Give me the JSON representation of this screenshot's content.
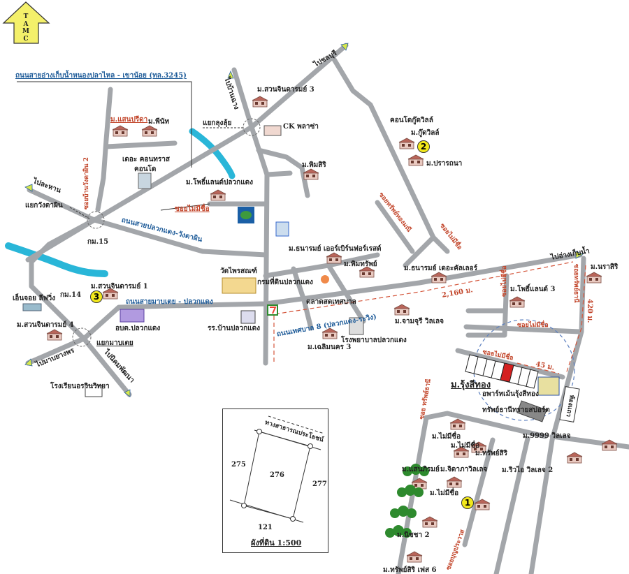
{
  "north_arrow": {
    "letters": "TAMC",
    "color": "#f4f06a"
  },
  "colors": {
    "road": "#a3a6aa",
    "river": "#29b6d8",
    "accent_red": "#c2452a",
    "road_label_blue": "#1f5c99",
    "plot_highlight": "#d42020"
  },
  "labels": {
    "hwy3245": "ถนนสายอ่างเก็บน้ำหนองปลาไหล - เขาน้อย (ทล.3245)",
    "to_banchang": "ไปบ้านฉาง",
    "to_chonburi": "ไปชลบุรี",
    "suan_jinda3": "ม.สวนจินดารมย์ 3",
    "yaek_lung": "แยกลุงลุ้ย",
    "ck_plaza": "CK พลาซ่า",
    "saen_preeda": "ม.แสนปรีดา",
    "peanut": "ม.พีนัท",
    "contrast": "เดอะ คอนทราส",
    "condo": "คอนโด",
    "soi_wangtaphin2": "ซอยบ้านวังตาผิน 2",
    "pholand": "ม.โพธิ์แลนด์ปลวกแดง",
    "soi_noname1": "ซอยไม่มีชื่อ",
    "pimsiri": "ม.พิมสิริ",
    "to_lahan": "ไปละหาน",
    "yaek_wangtaphin": "แยกวังตาผิน",
    "km15": "กม.15",
    "rd_pluak_wang": "ถนนสายปลวกแดง-วังตาผิน",
    "thanarom_urban": "ม.ธนารมย์ เออร์เบิร์นฟอร์เรสต์",
    "pimsap": "ม.พิมทรัพย์",
    "thanarom_color": "ม.ธนารมย์ เดอะคัลเลอร์",
    "wat": "วัดไพรสณฑ์",
    "land_office": "กรมที่ดินปลวกแดง",
    "market": "ตลาดสดเทศบาล",
    "rd_tesaban8": "ถนนเทศบาล 8 (ปลวกแดง-ระวิง)",
    "hospital": "โรงพยาบาลปลวกแดง",
    "chaloem3": "ม.เฉลิมนคร 3",
    "school_pluak": "รร.บ้านปลวกแดง",
    "obt": "อบต.ปลวกแดง",
    "rd_maptaphut": "ถนนสายมาบเตย - ปลวกแดง",
    "suan_jinda1": "ม.สวนจินดารมย์ 1",
    "enjoy": "เอ็นจอย ลีฟวิ่ง",
    "km14": "กม.14",
    "suan_jinda4": "ม.สวนจินดารมย์ 4",
    "yaek_maptoei": "แยกมาบเตย",
    "to_mapyang": "ไปมาบยางพร",
    "to_nikhom": "ไปนิคมพัฒนา",
    "orawin": "โรงเรียนอรวินวิทยา",
    "goodwill_condo": "คอนโดกู๊ดวิลล์",
    "goodwill": "ม.กู๊ดวิลล์",
    "prattana": "ม.ปรารถนา",
    "soi_sapthong": "ซอยทรัพย์ทองมณี",
    "soi_noname2": "ซอยไม่มีชื่อ",
    "to_reservoir": "ไปอ่างเก็บน้ำ",
    "narasiri": "ม.นราสิริ",
    "soi_sapthani_v": "ซอยทรัพย์ธานี",
    "dist420": "420 ม.",
    "dist2160": "2,160 ม.",
    "pholand3": "ม.โพธิ์แลนด์ 3",
    "jamjuree": "ม.จามจุรี วิลเลจ",
    "soi_noname3": "ซอยไม่มีชื่อ",
    "soi_noname4": "ซอยไม่มีชื่อ",
    "soi_noname5": "ซอยไม่มีชื่อ",
    "dist45": "45 ม.",
    "rungsithong": "ม.รุ้งสีทอง",
    "apartment": "อพาร์ทเม้นรุ้งสีทอง",
    "sport": "ทรัพย์ธานีทรายสปอร์ต",
    "shophouse": "ห้องแถว",
    "soi_sapthani2": "ซอย ทรัพย์ธานี",
    "noname_v1": "ม.ไม่มีชื่อ",
    "noname_v2": "ม.ไม่มีชื่อ",
    "sapsiri": "ม.ทรัพย์สิริ",
    "v9999": "ม.9999 วิลเลจ",
    "riwai2": "ม.ริวไอ วิลเลจ 2",
    "saenphirom": "ม.แสนภิรมย์",
    "jidapa": "ม.จิดาภาวิลเลจ",
    "noname_v3": "ม.ไม่มีชื่อ",
    "nitcha2": "ม.นิชชา 2",
    "sapsiri6": "ม.ทรัพย์สิริ เฟส 6",
    "soi_bunprawat": "ซอยบุญประวาส"
  },
  "markers": [
    "1",
    "2",
    "3"
  ],
  "plot_inset": {
    "road": "ทางสาธารณประโยชน์",
    "parcel_left": "275",
    "parcel_center": "276",
    "parcel_right": "277",
    "parcel_bottom": "121",
    "caption": "ผังที่ดิน 1:500"
  }
}
